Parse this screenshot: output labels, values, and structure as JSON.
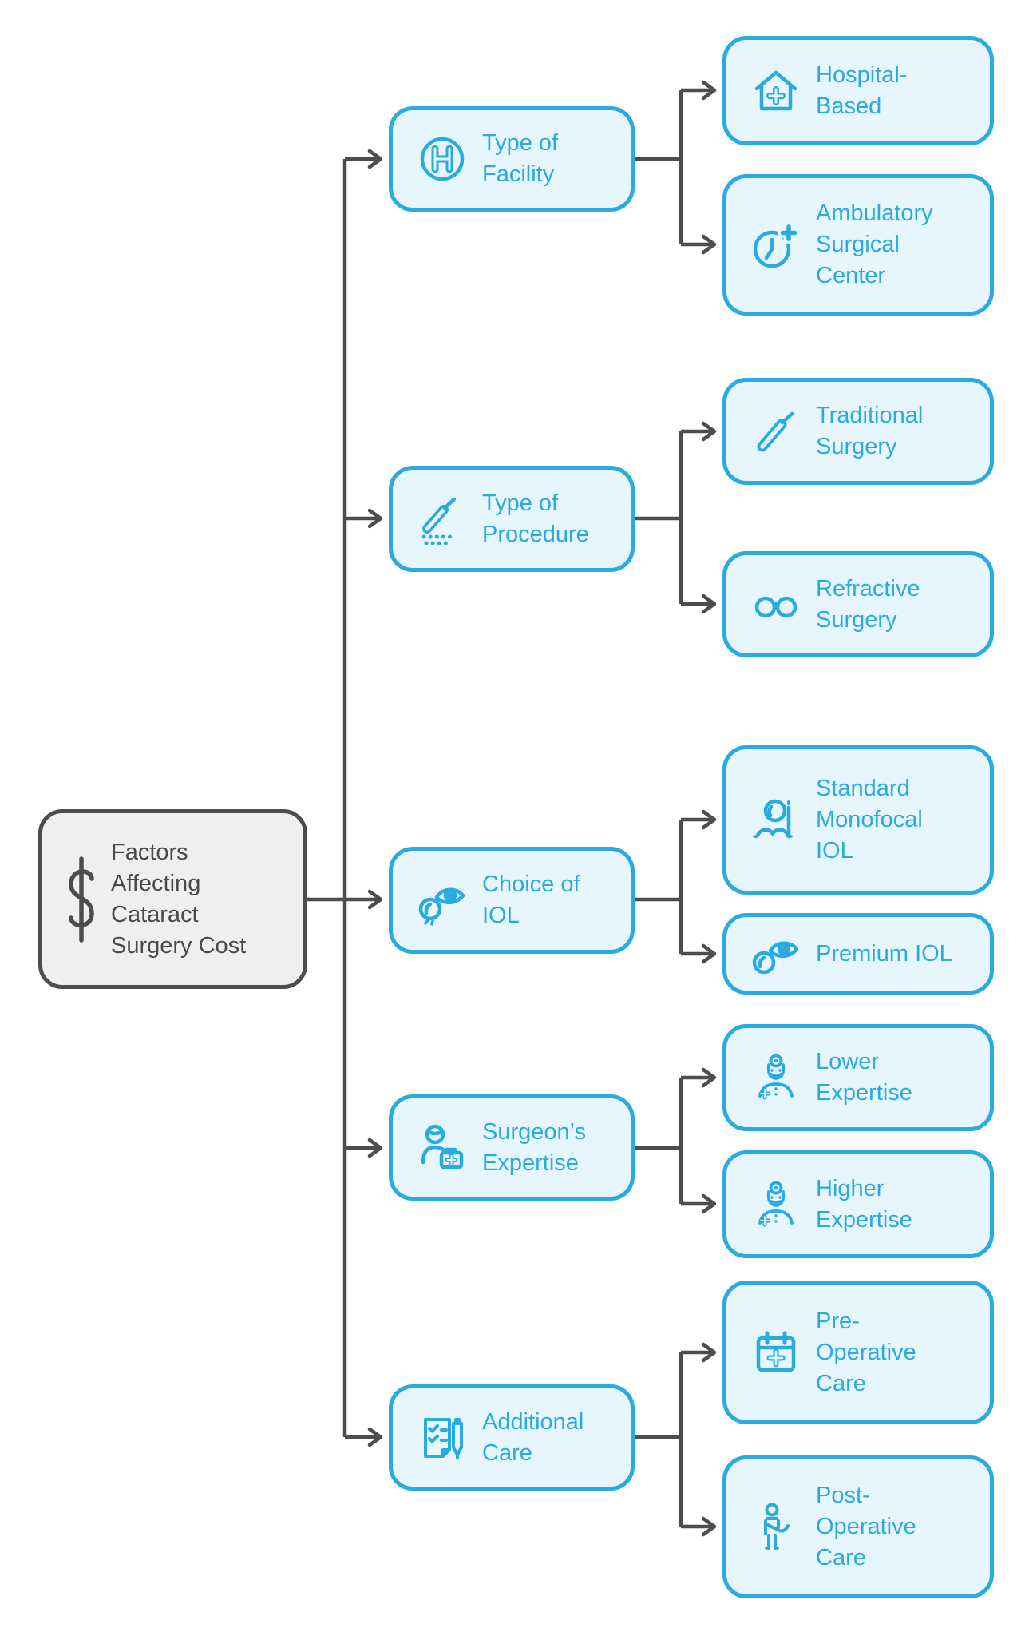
{
  "diagram": {
    "root": {
      "label": "Factors Affecting Cataract Surgery Cost",
      "icon": "dollar-sign-icon"
    },
    "branches": [
      {
        "label": "Type of Facility",
        "icon": "hospital-h-icon",
        "children": [
          {
            "label": "Hospital-Based",
            "icon": "hospital-building-icon"
          },
          {
            "label": "Ambulatory Surgical Center",
            "icon": "clock-plus-icon"
          }
        ]
      },
      {
        "label": "Type of Procedure",
        "icon": "scalpel-incision-icon",
        "children": [
          {
            "label": "Traditional Surgery",
            "icon": "scalpel-icon"
          },
          {
            "label": "Refractive Surgery",
            "icon": "eyeglasses-icon"
          }
        ]
      },
      {
        "label": "Choice of IOL",
        "icon": "eye-lens-icon",
        "children": [
          {
            "label": "Standard Monofocal IOL",
            "icon": "monocle-mustache-icon"
          },
          {
            "label": "Premium IOL",
            "icon": "eye-lens-icon"
          }
        ]
      },
      {
        "label": "Surgeon’s Expertise",
        "icon": "surgeon-medical-kit-icon",
        "children": [
          {
            "label": "Lower Expertise",
            "icon": "surgeon-head-mirror-icon"
          },
          {
            "label": "Higher Expertise",
            "icon": "surgeon-head-mirror-icon"
          }
        ]
      },
      {
        "label": "Additional Care",
        "icon": "checklist-pen-icon",
        "children": [
          {
            "label": "Pre-Operative Care",
            "icon": "calendar-cross-icon"
          },
          {
            "label": "Post-Operative Care",
            "icon": "arm-sling-icon"
          }
        ]
      }
    ],
    "colors": {
      "branch_border": "#29ABE2",
      "branch_fill": "#E7F6FD",
      "branch_text": "#29ABE2",
      "root_fill": "#EFEFEF",
      "root_border": "#4D4D4D",
      "root_text": "#4A4A4A",
      "connector": "#4D4D4D"
    }
  }
}
